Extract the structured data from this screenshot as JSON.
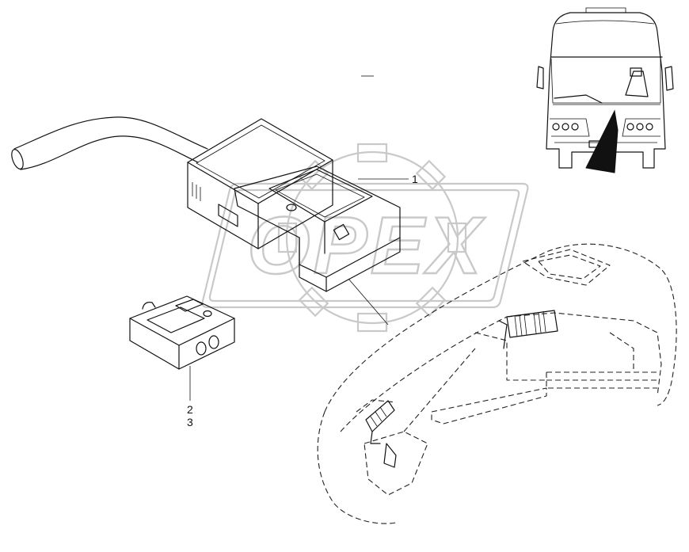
{
  "watermark": {
    "text": "OPEX"
  },
  "callouts": {
    "item1": "1",
    "item2": "2",
    "item3": "3"
  }
}
